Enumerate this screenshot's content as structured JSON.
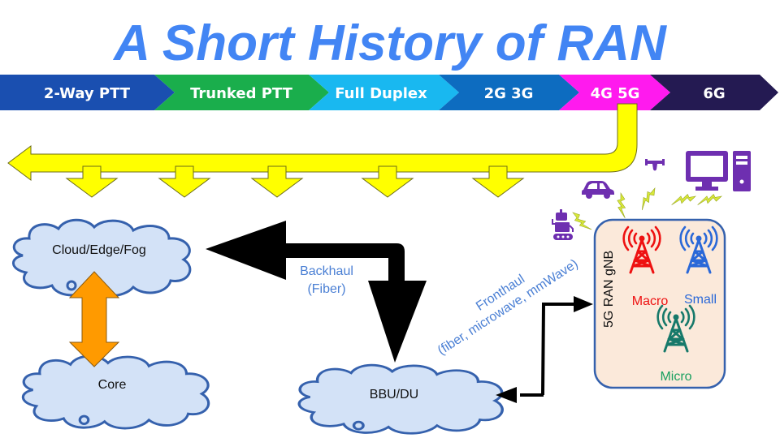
{
  "title": "A Short History of RAN",
  "timeline": [
    {
      "label": "2-Way PTT",
      "color": "#1a4fb0"
    },
    {
      "label": "Trunked PTT",
      "color": "#1aae4c"
    },
    {
      "label": "Full Duplex",
      "color": "#19b8f0"
    },
    {
      "label": "2G 3G",
      "color": "#0d6cc0"
    },
    {
      "label": "4G 5G",
      "color": "#ff1aee"
    },
    {
      "label": "6G",
      "color": "#241a52"
    }
  ],
  "colors": {
    "title": "#4285f4",
    "yellow_arrow": "#ffff00",
    "orange_arrow": "#ff9a00",
    "cloud_fill": "#d3e2f7",
    "cloud_stroke": "#3561ad",
    "device_purple": "#6e2fb0",
    "bolt": "#d8e83a",
    "gnb_fill": "#fbe9da",
    "gnb_stroke": "#3561ad",
    "macro": "#ee1111",
    "small": "#2a68d8",
    "micro": "#17796a",
    "label_blue": "#4a7fd4"
  },
  "clouds": {
    "cloud_edge_fog": "Cloud/Edge/Fog",
    "core": "Core",
    "bbu_du": "BBU/DU"
  },
  "links": {
    "backhaul_line1": "Backhaul",
    "backhaul_line2": "(Fiber)",
    "fronthaul_line1": "Fronthaul",
    "fronthaul_line2": "(fiber, microwave, mmWave)"
  },
  "gnb": {
    "label": "5G RAN gNB",
    "towers": [
      {
        "label": "Macro"
      },
      {
        "label": "Small"
      },
      {
        "label": "Micro"
      }
    ]
  },
  "devices": [
    "robot-icon",
    "car-icon",
    "drone-icon",
    "desktop-computer-icon"
  ]
}
